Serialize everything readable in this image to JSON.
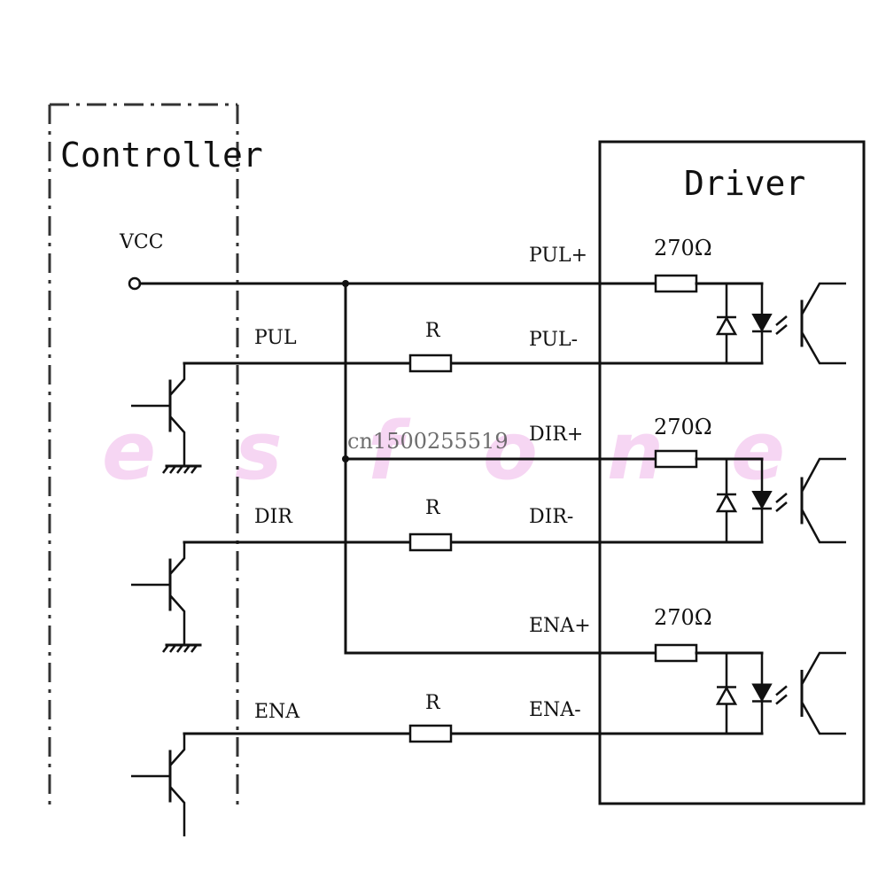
{
  "controller": {
    "title": "Controller",
    "vcc": "VCC"
  },
  "driver": {
    "title": "Driver"
  },
  "signals": [
    {
      "ctrl_label": "PUL",
      "plus": "PUL+",
      "minus": "PUL-",
      "resistor": "R",
      "driver_resistor": "270Ω"
    },
    {
      "ctrl_label": "DIR",
      "plus": "DIR+",
      "minus": "DIR-",
      "resistor": "R",
      "driver_resistor": "270Ω"
    },
    {
      "ctrl_label": "ENA",
      "plus": "ENA+",
      "minus": "ENA-",
      "resistor": "R",
      "driver_resistor": "270Ω"
    }
  ],
  "watermark": {
    "id": "cn1500255519",
    "letters": [
      "e",
      "s",
      "f",
      "o",
      "n",
      "e"
    ]
  },
  "colors": {
    "line": "#111111",
    "watermark": "#f4c9ef"
  }
}
